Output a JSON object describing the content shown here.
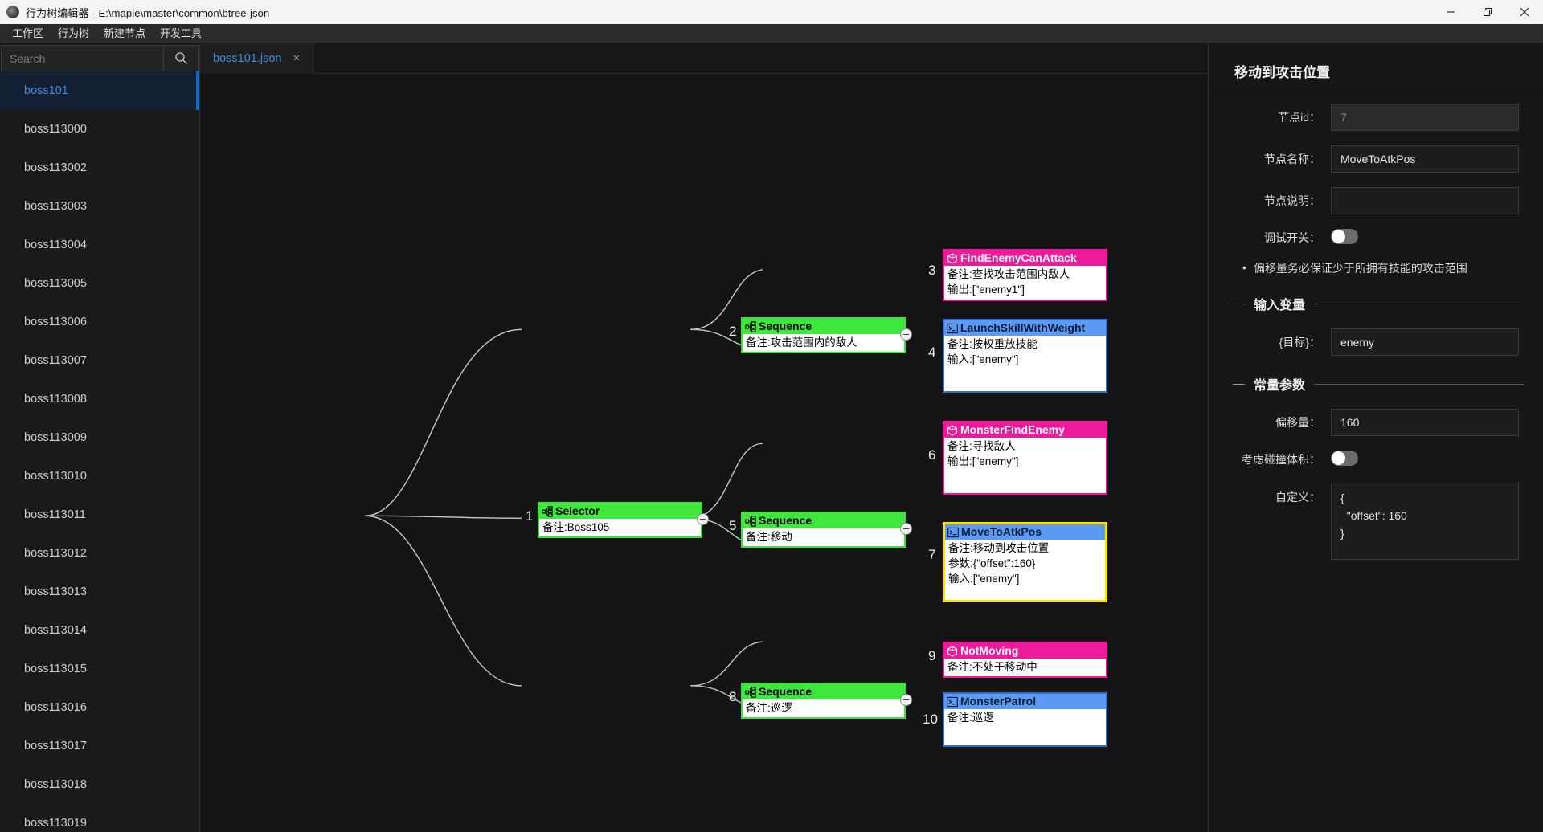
{
  "window": {
    "title": "行为树编辑器 - E:\\maple\\master\\common\\btree-json",
    "icon": "app-icon",
    "controls": {
      "minimize": "minimize-icon",
      "maximize": "maximize-icon",
      "close": "close-icon"
    }
  },
  "menubar": {
    "items": [
      {
        "label": "工作区"
      },
      {
        "label": "行为树"
      },
      {
        "label": "新建节点"
      },
      {
        "label": "开发工具"
      }
    ]
  },
  "sidebar": {
    "search": {
      "placeholder": "Search",
      "value": "",
      "icon": "search-icon"
    },
    "items": [
      {
        "label": "boss101",
        "selected": true
      },
      {
        "label": "boss113000",
        "selected": false
      },
      {
        "label": "boss113002",
        "selected": false
      },
      {
        "label": "boss113003",
        "selected": false
      },
      {
        "label": "boss113004",
        "selected": false
      },
      {
        "label": "boss113005",
        "selected": false
      },
      {
        "label": "boss113006",
        "selected": false
      },
      {
        "label": "boss113007",
        "selected": false
      },
      {
        "label": "boss113008",
        "selected": false
      },
      {
        "label": "boss113009",
        "selected": false
      },
      {
        "label": "boss113010",
        "selected": false
      },
      {
        "label": "boss113011",
        "selected": false
      },
      {
        "label": "boss113012",
        "selected": false
      },
      {
        "label": "boss113013",
        "selected": false
      },
      {
        "label": "boss113014",
        "selected": false
      },
      {
        "label": "boss113015",
        "selected": false
      },
      {
        "label": "boss113016",
        "selected": false
      },
      {
        "label": "boss113017",
        "selected": false
      },
      {
        "label": "boss113018",
        "selected": false
      },
      {
        "label": "boss113019",
        "selected": false
      }
    ]
  },
  "tabs": [
    {
      "label": "boss101.json",
      "close": "×",
      "active": true
    }
  ],
  "graph": {
    "nodes": [
      {
        "index": "1",
        "kind": "composite",
        "title": "Selector",
        "icon": "composite-icon",
        "rows": [
          "备注:Boss105"
        ],
        "selected": false
      },
      {
        "index": "2",
        "kind": "composite",
        "title": "Sequence",
        "icon": "composite-icon",
        "rows": [
          "备注:攻击范围内的敌人"
        ],
        "selected": false
      },
      {
        "index": "3",
        "kind": "condition",
        "title": "FindEnemyCanAttack",
        "icon": "condition-icon",
        "rows": [
          "备注:查找攻击范围内敌人",
          "输出:[\"enemy1\"]"
        ],
        "selected": false
      },
      {
        "index": "4",
        "kind": "action",
        "title": "LaunchSkillWithWeight",
        "icon": "action-icon",
        "rows": [
          "备注:按权重放技能",
          "输入:[\"enemy\"]"
        ],
        "selected": false
      },
      {
        "index": "5",
        "kind": "composite",
        "title": "Sequence",
        "icon": "composite-icon",
        "rows": [
          "备注:移动"
        ],
        "selected": false
      },
      {
        "index": "6",
        "kind": "condition",
        "title": "MonsterFindEnemy",
        "icon": "condition-icon",
        "rows": [
          "备注:寻找敌人",
          "输出:[\"enemy\"]"
        ],
        "selected": false
      },
      {
        "index": "7",
        "kind": "action",
        "title": "MoveToAtkPos",
        "icon": "action-icon",
        "rows": [
          "备注:移动到攻击位置",
          "参数:{\"offset\":160}",
          "输入:[\"enemy\"]"
        ],
        "selected": true
      },
      {
        "index": "8",
        "kind": "composite",
        "title": "Sequence",
        "icon": "composite-icon",
        "rows": [
          "备注:巡逻"
        ],
        "selected": false
      },
      {
        "index": "9",
        "kind": "condition",
        "title": "NotMoving",
        "icon": "condition-icon",
        "rows": [
          "备注:不处于移动中"
        ],
        "selected": false
      },
      {
        "index": "10",
        "kind": "action",
        "title": "MonsterPatrol",
        "icon": "action-icon",
        "rows": [
          "备注:巡逻"
        ],
        "selected": false
      }
    ],
    "colors": {
      "composite": "#3ee63e",
      "condition": "#ee1a9c",
      "action": "#5b9bf5",
      "selected_border": "#ffe100",
      "edge": "#c9c9c9",
      "canvas_bg": "#141414"
    },
    "collapse_glyph": "–"
  },
  "inspector": {
    "title": "移动到攻击位置",
    "node_id": {
      "label": "节点id：",
      "value": "7",
      "disabled": true
    },
    "node_name": {
      "label": "节点名称：",
      "value": "MoveToAtkPos"
    },
    "node_desc": {
      "label": "节点说明：",
      "value": ""
    },
    "debug_switch": {
      "label": "调试开关：",
      "on": false
    },
    "note": "偏移量务必保证少于所拥有技能的攻击范围",
    "section_input": "输入变量",
    "input_var": {
      "label": "{目标}：",
      "value": "enemy"
    },
    "section_const": "常量参数",
    "offset": {
      "label": "偏移量：",
      "value": "160"
    },
    "collide_switch": {
      "label": "考虑碰撞体积：",
      "on": false
    },
    "custom": {
      "label": "自定义：",
      "value": "{\n  \"offset\": 160\n}"
    }
  }
}
